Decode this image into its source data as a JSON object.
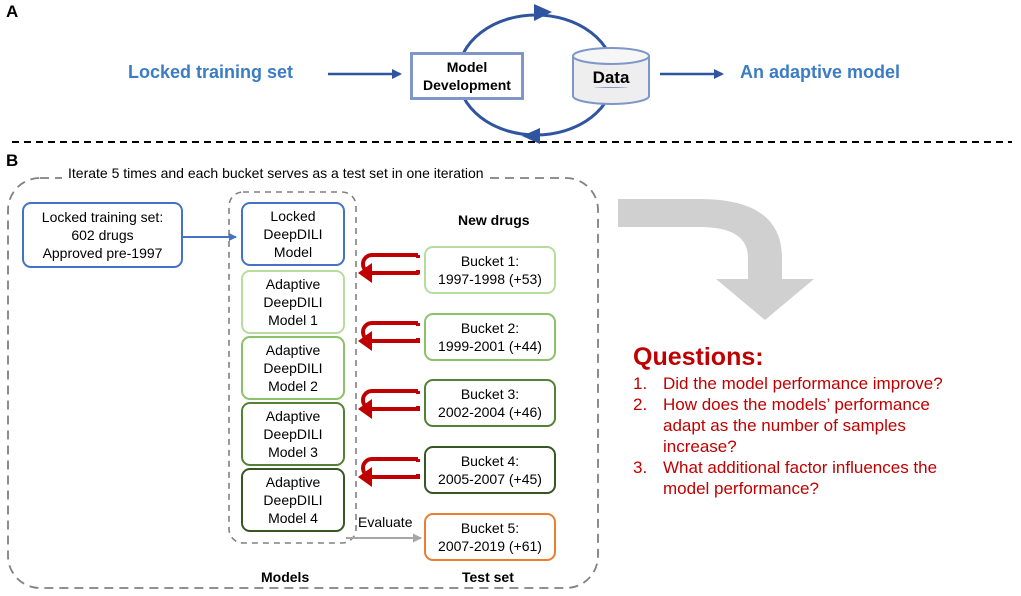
{
  "panel_a": {
    "letter": "A",
    "input_label": "Locked training set",
    "model_dev_line1": "Model",
    "model_dev_line2": "Development",
    "data_label": "Data",
    "output_label": "An adaptive model"
  },
  "panel_b": {
    "letter": "B",
    "iterate_note": "Iterate 5 times and each bucket serves as a test set in one iteration",
    "locked_training": [
      "Locked training set:",
      "602 drugs",
      "Approved pre-1997"
    ],
    "models": [
      [
        "Locked",
        "DeepDILI",
        "Model"
      ],
      [
        "Adaptive",
        "DeepDILI",
        "Model 1"
      ],
      [
        "Adaptive",
        "DeepDILI",
        "Model 2"
      ],
      [
        "Adaptive",
        "DeepDILI",
        "Model 3"
      ],
      [
        "Adaptive",
        "DeepDILI",
        "Model 4"
      ]
    ],
    "new_drugs_label": "New drugs",
    "buckets": [
      [
        "Bucket 1:",
        "1997-1998 (+53)"
      ],
      [
        "Bucket 2:",
        "1999-2001 (+44)"
      ],
      [
        "Bucket 3:",
        "2002-2004 (+46)"
      ],
      [
        "Bucket 4:",
        "2005-2007 (+45)"
      ],
      [
        "Bucket 5:",
        "2007-2019 (+61)"
      ]
    ],
    "evaluate_label": "Evaluate",
    "models_label": "Models",
    "test_set_label": "Test set"
  },
  "questions": {
    "title": "Questions:",
    "items": [
      {
        "num": "1.",
        "lines": [
          "Did the model performance improve?"
        ]
      },
      {
        "num": "2.",
        "lines": [
          "How does the models’ performance",
          "adapt as the number of samples",
          "increase?"
        ]
      },
      {
        "num": "3.",
        "lines": [
          "What additional factor influences the",
          "model performance?"
        ]
      }
    ]
  },
  "colors": {
    "blue_text": "#3b7cc4",
    "dark_blue": "#2f55a0",
    "model_blue_border": "#4472c4",
    "bucket1_border": "#b7dca0",
    "bucket2_border": "#8cc26a",
    "bucket3_border": "#548235",
    "bucket4_border": "#375623",
    "bucket5_border": "#ed7d31",
    "red": "#c00000",
    "gray_arrow": "#d0d0d0"
  }
}
